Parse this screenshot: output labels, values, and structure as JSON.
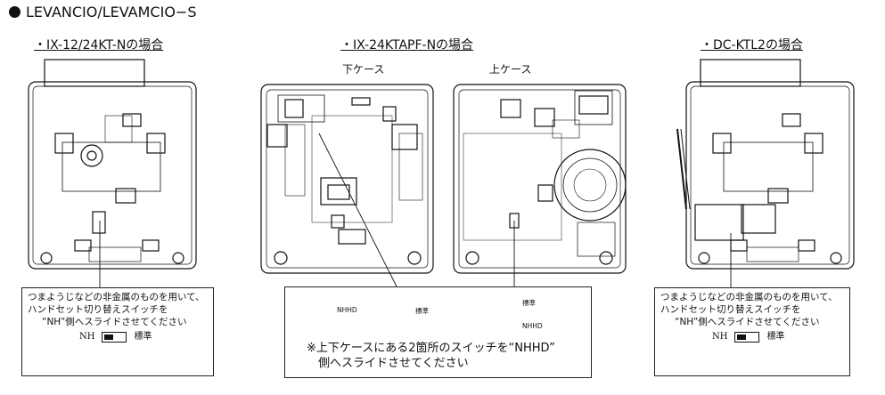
{
  "heading": "LEVANCIO/LEVAMCIO−S",
  "left": {
    "model": "・IX-12/24KT-Nの場合",
    "note_lines": [
      "つまようじなどの非金属のものを用いて、",
      "ハンドセット切り替えスイッチを",
      "“NH”側へスライドさせてください"
    ],
    "sw_left": "NH",
    "sw_right": "標準"
  },
  "middle": {
    "model": "・IX-24KTAPF-Nの場合",
    "lower_case": "下ケース",
    "upper_case": "上ケース",
    "nhhd_left": "NHHD",
    "std_left": "標準",
    "std_right": "標準",
    "nhhd_right": "NHHD",
    "note_lines": [
      "※上下ケースにある2箇所のスイッチを“NHHD”",
      "　側へスライドさせてください"
    ]
  },
  "right": {
    "model": "・DC-KTL2の場合",
    "note_lines": [
      "つまようじなどの非金属のものを用いて、",
      "ハンドセット切り替えスイッチを",
      "“NH”側へスライドさせてください"
    ],
    "sw_left": "NH",
    "sw_right": "標準"
  }
}
